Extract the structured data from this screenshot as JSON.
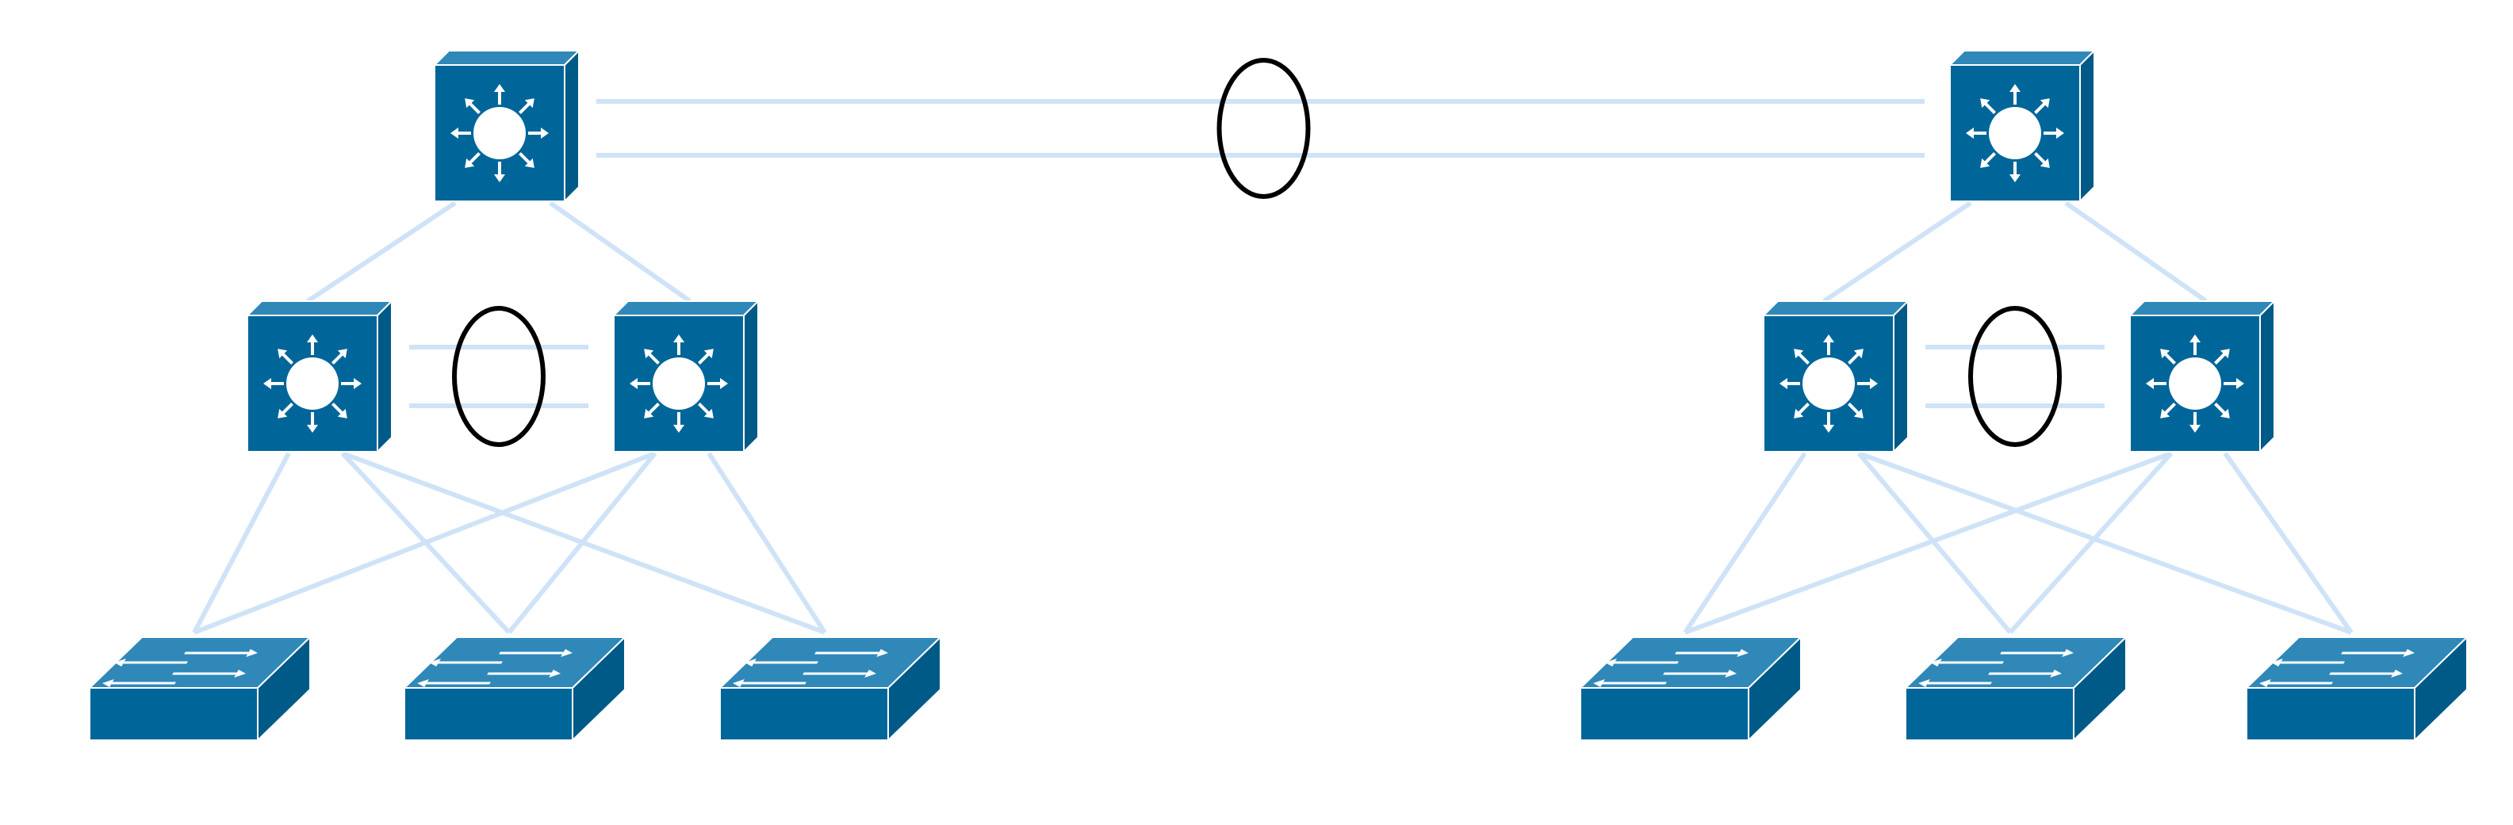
{
  "diagram": {
    "type": "network-topology",
    "colors": {
      "background": "#ffffff",
      "link": "#cfe3f8",
      "device_front": "#006699",
      "device_top": "#2f88b8",
      "device_side": "#005a87",
      "device_glyph": "#ffffff",
      "bundle_ring": "#000000"
    },
    "devices": [
      {
        "id": "core-left",
        "kind": "multilayer-switch",
        "icon": "multilayer-switch-icon"
      },
      {
        "id": "core-right",
        "kind": "multilayer-switch",
        "icon": "multilayer-switch-icon"
      },
      {
        "id": "dist-left-a",
        "kind": "multilayer-switch",
        "icon": "multilayer-switch-icon"
      },
      {
        "id": "dist-left-b",
        "kind": "multilayer-switch",
        "icon": "multilayer-switch-icon"
      },
      {
        "id": "dist-right-a",
        "kind": "multilayer-switch",
        "icon": "multilayer-switch-icon"
      },
      {
        "id": "dist-right-b",
        "kind": "multilayer-switch",
        "icon": "multilayer-switch-icon"
      },
      {
        "id": "access-left-1",
        "kind": "workgroup-switch",
        "icon": "workgroup-switch-icon"
      },
      {
        "id": "access-left-2",
        "kind": "workgroup-switch",
        "icon": "workgroup-switch-icon"
      },
      {
        "id": "access-left-3",
        "kind": "workgroup-switch",
        "icon": "workgroup-switch-icon"
      },
      {
        "id": "access-right-1",
        "kind": "workgroup-switch",
        "icon": "workgroup-switch-icon"
      },
      {
        "id": "access-right-2",
        "kind": "workgroup-switch",
        "icon": "workgroup-switch-icon"
      },
      {
        "id": "access-right-3",
        "kind": "workgroup-switch",
        "icon": "workgroup-switch-icon"
      }
    ],
    "links": [
      {
        "from": "core-left",
        "to": "core-right",
        "count": 2,
        "bundled": true
      },
      {
        "from": "core-left",
        "to": "dist-left-a",
        "count": 1
      },
      {
        "from": "core-left",
        "to": "dist-left-b",
        "count": 1
      },
      {
        "from": "core-right",
        "to": "dist-right-a",
        "count": 1
      },
      {
        "from": "core-right",
        "to": "dist-right-b",
        "count": 1
      },
      {
        "from": "dist-left-a",
        "to": "dist-left-b",
        "count": 2,
        "bundled": true
      },
      {
        "from": "dist-right-a",
        "to": "dist-right-b",
        "count": 2,
        "bundled": true
      },
      {
        "from": "dist-left-a",
        "to": "access-left-1",
        "count": 1
      },
      {
        "from": "dist-left-a",
        "to": "access-left-2",
        "count": 1
      },
      {
        "from": "dist-left-a",
        "to": "access-left-3",
        "count": 1
      },
      {
        "from": "dist-left-b",
        "to": "access-left-1",
        "count": 1
      },
      {
        "from": "dist-left-b",
        "to": "access-left-2",
        "count": 1
      },
      {
        "from": "dist-left-b",
        "to": "access-left-3",
        "count": 1
      },
      {
        "from": "dist-right-a",
        "to": "access-right-1",
        "count": 1
      },
      {
        "from": "dist-right-a",
        "to": "access-right-2",
        "count": 1
      },
      {
        "from": "dist-right-a",
        "to": "access-right-3",
        "count": 1
      },
      {
        "from": "dist-right-b",
        "to": "access-right-1",
        "count": 1
      },
      {
        "from": "dist-right-b",
        "to": "access-right-2",
        "count": 1
      },
      {
        "from": "dist-right-b",
        "to": "access-right-3",
        "count": 1
      }
    ]
  }
}
